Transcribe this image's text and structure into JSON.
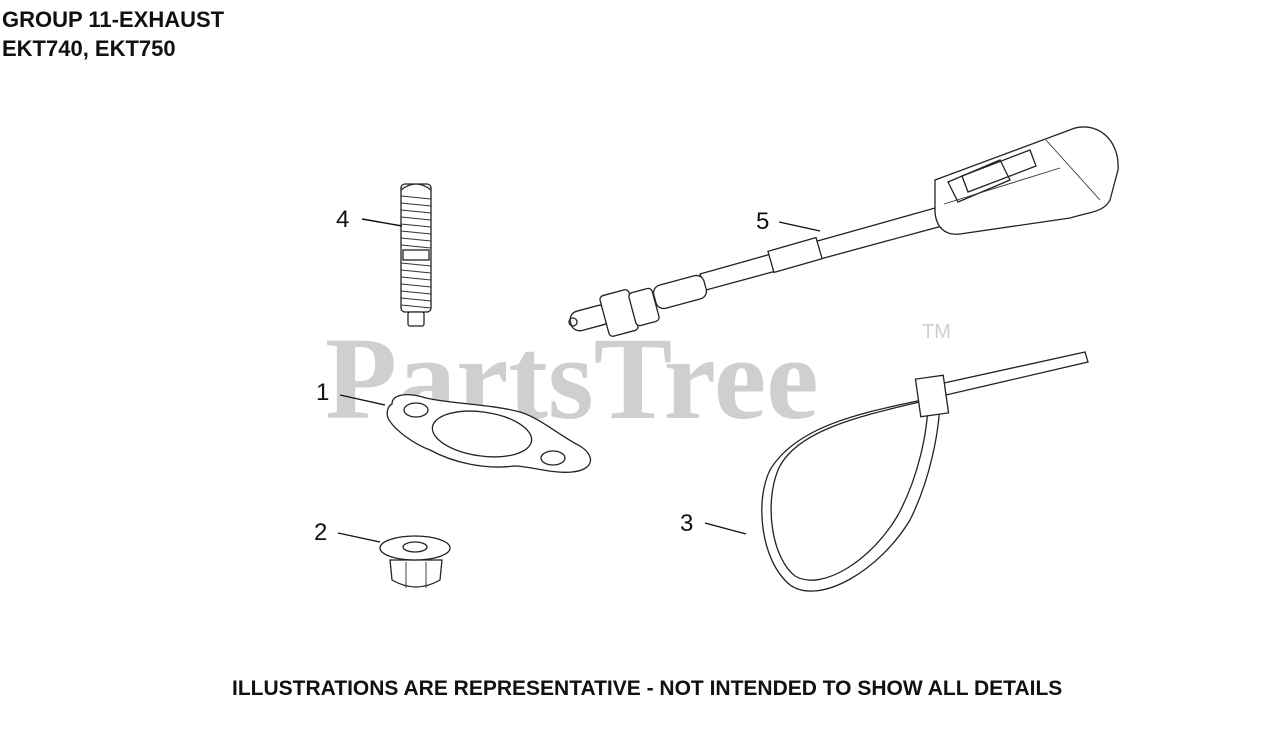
{
  "header": {
    "title": "GROUP 11-EXHAUST",
    "models": "EKT740, EKT750"
  },
  "watermark": {
    "text": "PartsTree",
    "trademark": "TM"
  },
  "callouts": [
    "1",
    "2",
    "3",
    "4",
    "5"
  ],
  "parts": [
    {
      "callout": "1",
      "icon": "exhaust-gasket"
    },
    {
      "callout": "2",
      "icon": "flange-nut"
    },
    {
      "callout": "3",
      "icon": "cable-tie"
    },
    {
      "callout": "4",
      "icon": "stud"
    },
    {
      "callout": "5",
      "icon": "oxygen-sensor"
    }
  ],
  "footer": {
    "note": "ILLUSTRATIONS ARE REPRESENTATIVE - NOT INTENDED TO SHOW ALL DETAILS"
  }
}
